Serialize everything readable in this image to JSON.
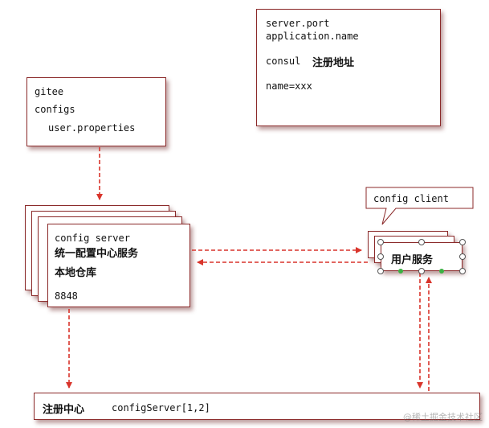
{
  "server_config": {
    "line1": "server.port",
    "line2": "application.name",
    "line3_code": "consul",
    "line3_cjk": "注册地址",
    "line4": "name=xxx"
  },
  "gitee": {
    "title": "gitee",
    "folder": "configs",
    "file": "user.properties"
  },
  "config_server": {
    "title": "config server",
    "subtitle": "统一配置中心服务",
    "repo": "本地仓库",
    "port": "8848"
  },
  "config_client": {
    "label": "config client"
  },
  "user_service": {
    "label": "用户服务"
  },
  "registry": {
    "label": "注册中心",
    "detail": "configServer[1,2]"
  },
  "watermark": "@稀土掘金技术社区",
  "colors": {
    "border": "#8b2a2a",
    "arrow": "#d9342b",
    "handle_green": "#3cb043"
  }
}
